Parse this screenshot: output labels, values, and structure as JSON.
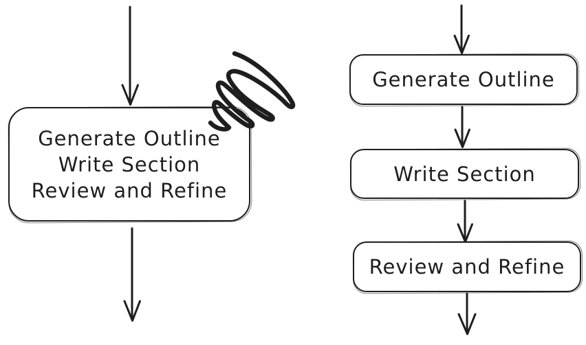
{
  "colors": {
    "stroke": "#1e1e1e",
    "background": "#ffffff"
  },
  "left_flow": {
    "combined_box": {
      "lines": [
        "Generate Outline",
        "Write Section",
        "Review and Refine"
      ]
    }
  },
  "right_flow": {
    "boxes": [
      {
        "label": "Generate Outline"
      },
      {
        "label": "Write Section"
      },
      {
        "label": "Review and Refine"
      }
    ]
  },
  "icons": {
    "down_arrow": "down-arrow",
    "scribble": "scribble-mark"
  }
}
